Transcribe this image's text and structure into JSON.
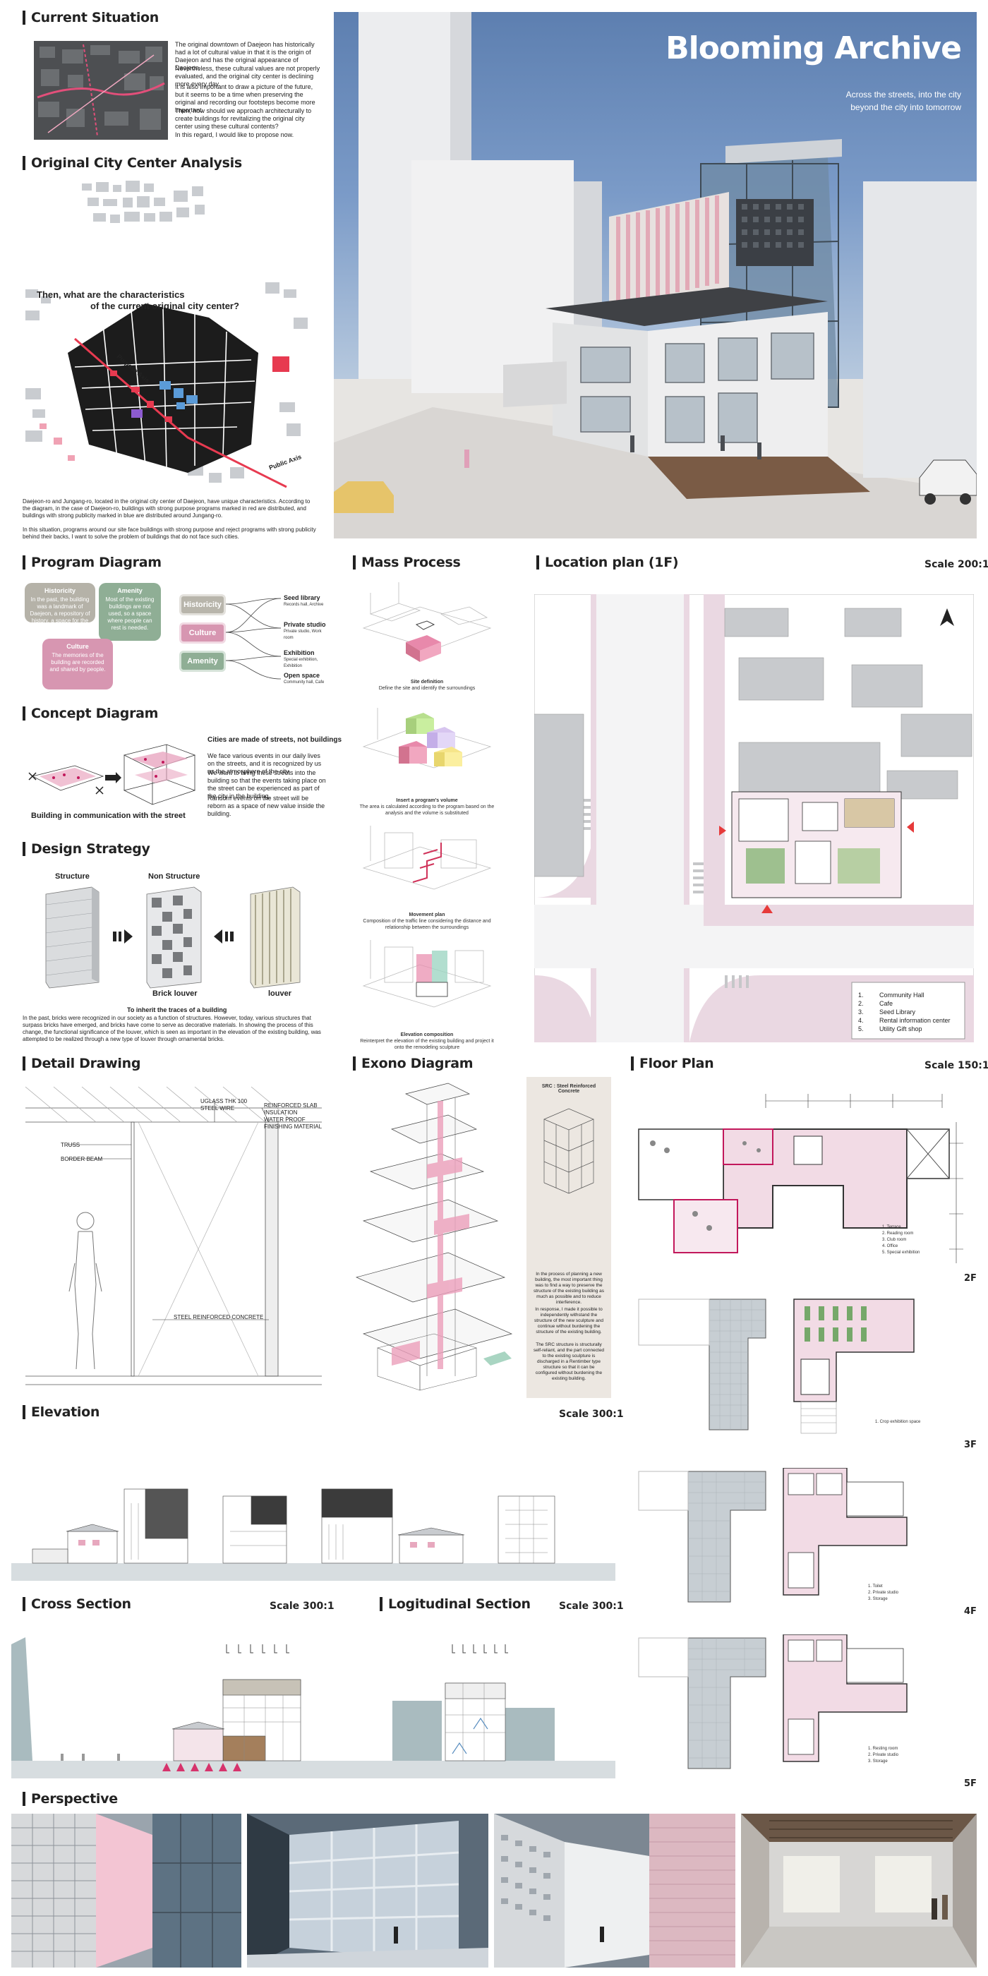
{
  "hero": {
    "title": "Blooming Archive",
    "sub1": "Across the streets, into the city",
    "sub2": "beyond the city into tomorrow"
  },
  "current": {
    "title": "Current Situation",
    "p1": "The original downtown of Daejeon has historically had a lot of cultural value in that it is the origin of Daejeon and has the original appearance of Daejeon.",
    "p2": "Nevertheless, these cultural values are not properly evaluated, and the original city center is declining more every day.",
    "p3": "It is also important to draw a picture of the future, but it seems to be a time when preserving the original and recording our footsteps become more important.",
    "p4": "Then, how should we approach architecturally to create buildings for revitalizing the original city center using these cultural contents?",
    "p5": "In this regard, I would like to propose now."
  },
  "analysis": {
    "title": "Original City Center Analysis",
    "q1": "Then, what are the characteristics",
    "q2": "of the current original city center?",
    "axis1": "Purpose Axis",
    "axis2": "Public Axis",
    "p1": "Daejeon-ro and Jungang-ro, located in the original city center of Daejeon, have unique characteristics. According to the diagram, in the case of Daejeon-ro, buildings with strong purpose programs marked in red are distributed, and buildings with strong publicity marked in blue are distributed around Jungang-ro.",
    "p2": "In this situation, programs around our site face buildings with strong purpose and reject programs with strong publicity behind their backs, I want to solve the problem of buildings that do not face such cities."
  },
  "program": {
    "title": "Program Diagram",
    "c1": "Historicity",
    "c1t": "In the past, the building was a landmark of Daejeon, a repository of history, a space for the history of Daejeon.",
    "c2": "Amenity",
    "c2t": "Most of the existing buildings are not used, so a space where people can rest is needed.",
    "c3": "Culture",
    "c3t": "The memories of the building are recorded and shared by people.",
    "t1": "Historicity",
    "t2": "Culture",
    "t3": "Amenity",
    "r1": "Seed library",
    "r2": "Private studio",
    "r3": "Exhibition",
    "r4": "Open space",
    "r1s": "Records hall, Archive",
    "r2s": "Private studio, Work room",
    "r3s": "Special exhibition, Exhibition",
    "r4s": "Community hall, Cafe"
  },
  "concept": {
    "title": "Concept Diagram",
    "head": "Cities are made of streets, not buildings",
    "p1": "We face various events in our daily lives on the streets, and it is recognized by us as the atmosphere of the city.",
    "p2": "We want to bring these streets into the building so that the events taking place on the street can be experienced as part of the city in the building.",
    "p3": "Random events on the street will be reborn as a space of new value inside the building.",
    "caption": "Building in communication with the street"
  },
  "strategy": {
    "title": "Design Strategy",
    "s1": "Structure",
    "s2": "Non Structure",
    "c2": "Brick louver",
    "c3": "louver",
    "head": "To inherit the traces of a building",
    "p": "In the past, bricks were recognized in our society as a function of structures. However, today, various structures that surpass bricks have emerged, and bricks have come to serve as decorative materials. In showing the process of this change, the functional significance of the louver, which is seen as important in the elevation of the existing building, was attempted to be realized through a new type of louver through ornamental bricks."
  },
  "mass": {
    "title": "Mass Process",
    "s1": "Site definition",
    "s1t": "Define the site and identify the surroundings",
    "s2": "Insert a program's volume",
    "s2t": "The area is calculated according to the program based on the analysis and the volume is substituted",
    "s3": "Movement plan",
    "s3t": "Composition of the traffic line considering the distance and relationship between the surroundings",
    "s4": "Elevation composition",
    "s4t": "Reinterpret the elevation of the existing building and project it onto the remodeling sculpture"
  },
  "location": {
    "title": "Location plan (1F)",
    "scale": "Scale 200:1",
    "l1": "1.",
    "l1t": "Community Hall",
    "l2": "2.",
    "l2t": "Cafe",
    "l3": "3.",
    "l3t": "Seed Library",
    "l4": "4.",
    "l4t": "Rental information center",
    "l5": "5.",
    "l5t": "Utility Gift shop"
  },
  "detail": {
    "title": "Detail Drawing",
    "a1": "UGLASS THK 100",
    "a2": "STEEL WIRE",
    "a3": "REINFORCED SLAB",
    "a4": "INSULATION",
    "a5": "WATER PROOF",
    "a6": "FINISHING MATERIAL",
    "a7": "TRUSS",
    "a8": "BORDER BEAM",
    "a9": "STEEL REINFORCED CONCRETE"
  },
  "exono": {
    "title": "Exono Diagram",
    "src": "SRC : Steel Reinforced Concrete",
    "p1": "In the process of planning a new building, the most important thing was to find a way to preserve the structure of the existing building as much as possible and to reduce interference.",
    "p2": "In response, I made it possible to independently withstand the structure of the new sculpture and continue without burdening the structure of the existing building.",
    "p3": "The SRC structure is structurally self-reliant, and the part connected to the existing sculpture is discharged in a Rentimber type structure so that it can be configured without burdening the existing building."
  },
  "floor": {
    "title": "Floor Plan",
    "scale": "Scale 150:1",
    "f2": "2F",
    "f3": "3F",
    "f4": "4F",
    "f5": "5F",
    "f2l": [
      "1. Terrace",
      "2. Reading room",
      "3. Club room",
      "4. Office",
      "5. Special exhibition"
    ],
    "f3l": [
      "1. Crop exhibition space"
    ],
    "f4l": [
      "1. Toilet",
      "2. Private studio",
      "3. Storage"
    ],
    "f5l": [
      "1. Resting room",
      "2. Private studio",
      "3. Storage"
    ]
  },
  "elevation": {
    "title": "Elevation",
    "scale": "Scale 300:1"
  },
  "cross": {
    "title": "Cross Section",
    "scale": "Scale 300:1"
  },
  "long": {
    "title": "Logitudinal Section",
    "scale": "Scale 300:1"
  },
  "perspective": {
    "title": "Perspective"
  }
}
